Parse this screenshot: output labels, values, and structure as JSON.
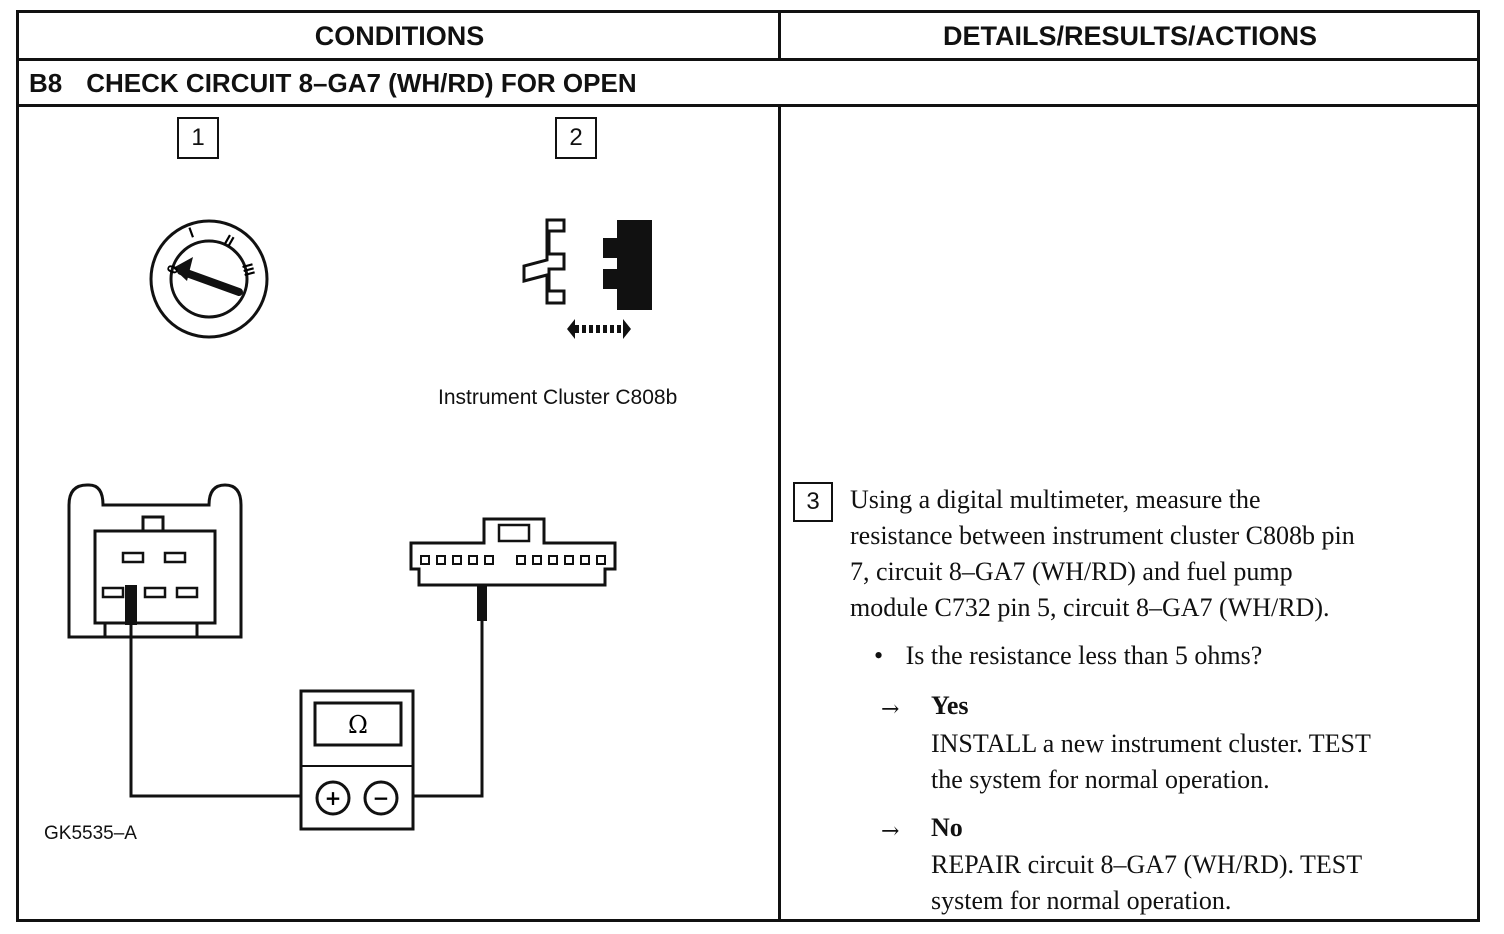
{
  "table": {
    "header_left": "CONDITIONS",
    "header_right": "DETAILS/RESULTS/ACTIONS"
  },
  "step": {
    "id": "B8",
    "title": "CHECK CIRCUIT 8–GA7 (WH/RD) FOR OPEN"
  },
  "conditions": {
    "step1_number": "1",
    "step2_number": "2",
    "connector_caption": "Instrument Cluster C808b",
    "ignition_marks": [
      "0",
      "I",
      "II",
      "III"
    ],
    "meter_symbol": "Ω",
    "meter_plus": "+",
    "meter_minus": "−",
    "figure_id": "GK5535–A"
  },
  "details": {
    "step3_number": "3",
    "instruction_lines": [
      "Using a digital multimeter, measure the",
      "resistance between instrument cluster C808b pin",
      "7, circuit 8–GA7 (WH/RD) and fuel pump",
      "module C732 pin 5, circuit 8–GA7 (WH/RD)."
    ],
    "bullet": "•",
    "question": "Is the resistance less than 5 ohms?",
    "arrow": "→",
    "yes_label": "Yes",
    "yes_action_lines": [
      "INSTALL a new instrument cluster. TEST",
      "the system for normal operation."
    ],
    "no_label": "No",
    "no_action_lines": [
      "REPAIR circuit 8–GA7 (WH/RD). TEST",
      "system for normal operation."
    ]
  }
}
